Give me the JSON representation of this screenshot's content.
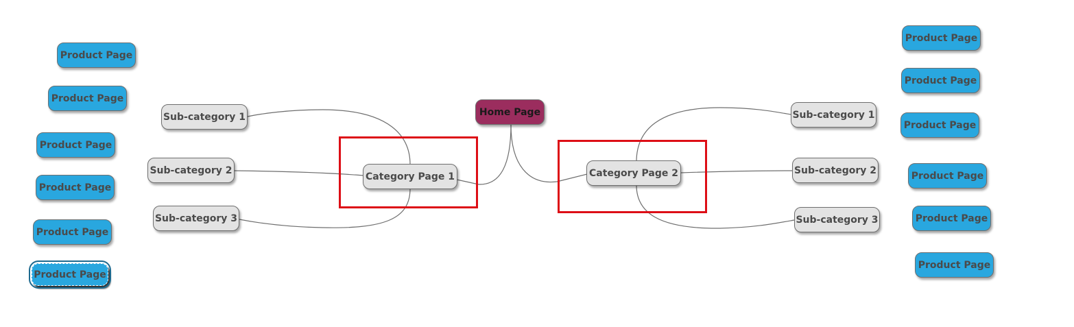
{
  "diagram": {
    "type": "mind-map",
    "root": {
      "label": "Home Page",
      "color": "#9b2d5e"
    },
    "categories": [
      {
        "label": "Category Page 1",
        "highlighted": true,
        "subcategories": [
          "Sub-category 1",
          "Sub-category 2",
          "Sub-category 3"
        ]
      },
      {
        "label": "Category Page 2",
        "highlighted": true,
        "subcategories": [
          "Sub-category 1",
          "Sub-category 2",
          "Sub-category 3"
        ]
      }
    ],
    "left_products": [
      "Product Page",
      "Product Page",
      "Product Page",
      "Product Page",
      "Product Page",
      "Product Page"
    ],
    "right_products": [
      "Product Page",
      "Product Page",
      "Product Page",
      "Product Page",
      "Product Page",
      "Product Page"
    ],
    "selected_node": "left_products.5",
    "colors": {
      "root": "#9b2d5e",
      "category": "#e3e3e3",
      "subcategory": "#e3e3e3",
      "product": "#29a7df",
      "highlight_box": "#dd0e16",
      "connector": "#6e6e6e"
    }
  }
}
